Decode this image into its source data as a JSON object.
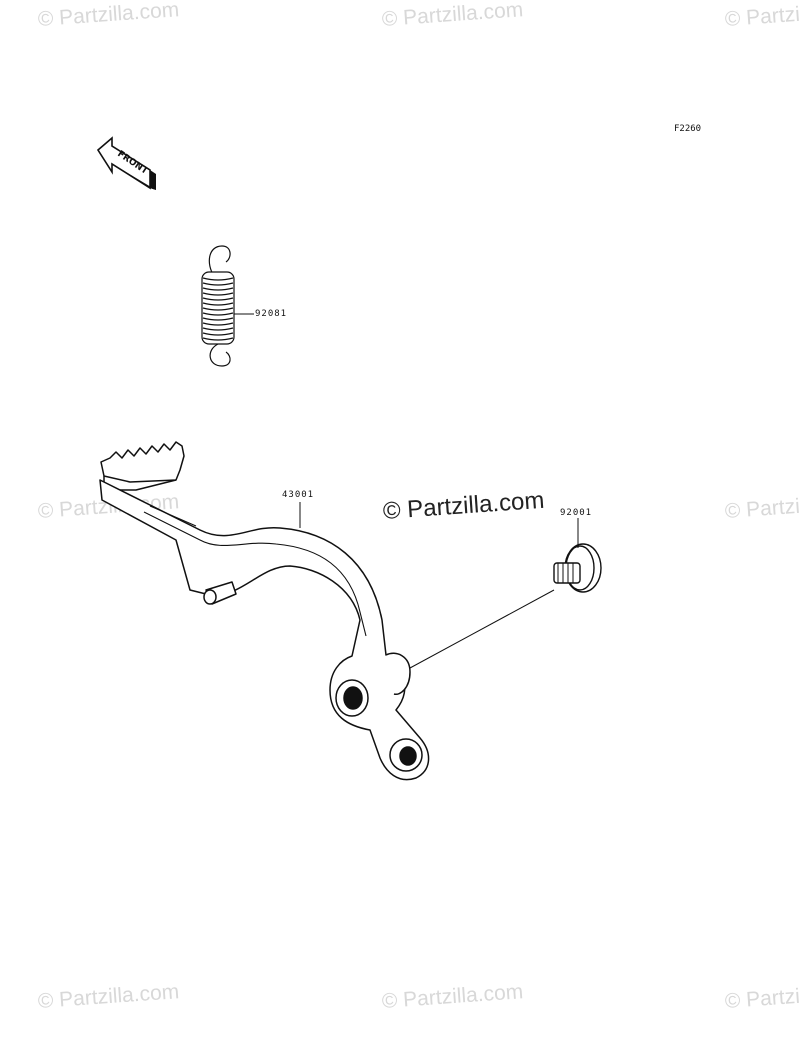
{
  "watermarks": [
    {
      "text": "© Partzilla.com"
    },
    {
      "text": "© Partzilla.com"
    },
    {
      "text": "© Partzilla.com"
    },
    {
      "text": "© Partzilla.com"
    },
    {
      "text": "© Partzilla.com"
    },
    {
      "text": "© Partzilla.com"
    },
    {
      "text": "© Partzilla.com"
    },
    {
      "text": "© Partzilla.com"
    }
  ],
  "center_watermark": "© Partzilla.com",
  "figure_code": "F2260",
  "front_arrow_label": "FRONT",
  "callouts": {
    "spring": "92081",
    "pedal": "43001",
    "bolt": "92001"
  }
}
